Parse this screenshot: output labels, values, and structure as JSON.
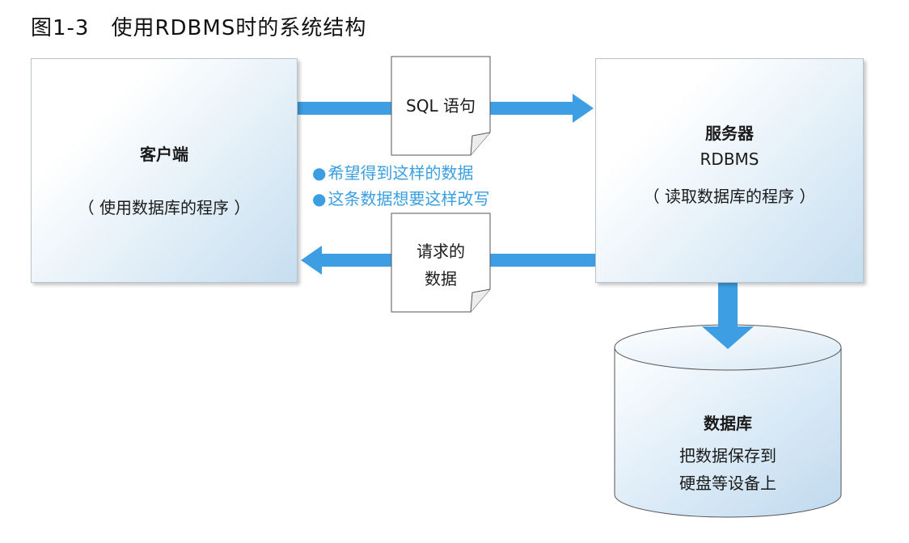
{
  "figure_title": "图1-3　使用RDBMS时的系统结构",
  "client": {
    "name": "客户端",
    "description": "（ 使用数据库的程序 ）"
  },
  "server": {
    "name": "服务器",
    "rdbms": "RDBMS",
    "description": "（ 读取数据库的程序 ）"
  },
  "request_doc": {
    "label": "SQL 语句"
  },
  "response_doc": {
    "line1": "请求的",
    "line2": "数据"
  },
  "notes": [
    "希望得到这样的数据",
    "这条数据想要这样改写"
  ],
  "database": {
    "name": "数据库",
    "line1": "把数据保存到",
    "line2": "硬盘等设备上"
  },
  "colors": {
    "arrow": "#3d9ee3",
    "note_text": "#3a9ee0",
    "box_gradient_end": "#c6def0",
    "cylinder_fill": "#d3e7f5"
  }
}
